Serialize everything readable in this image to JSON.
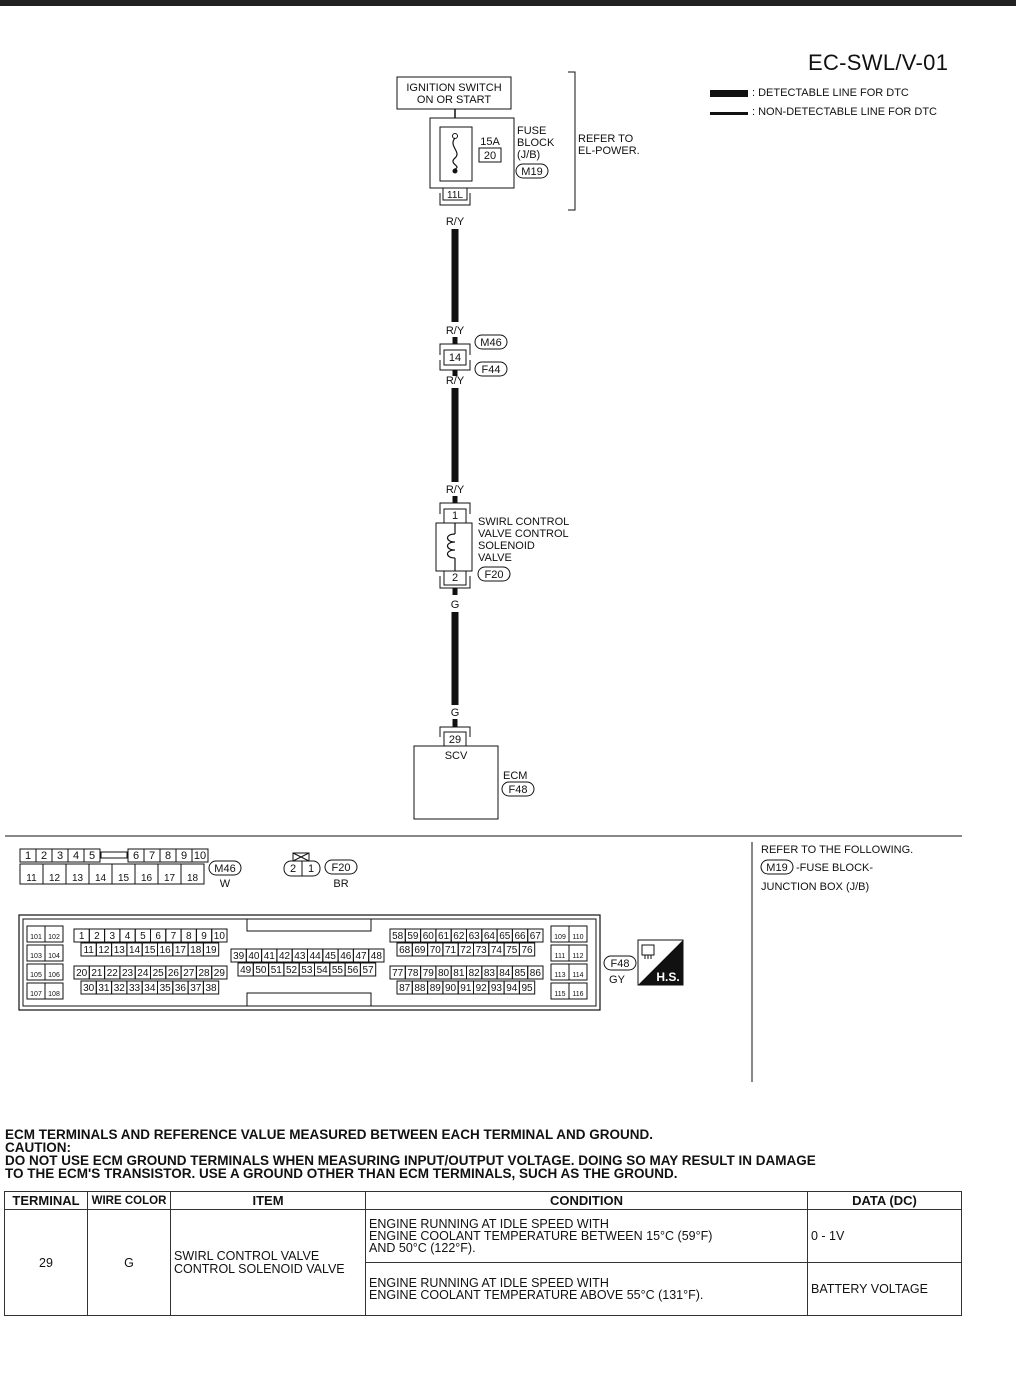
{
  "page_code": "EC-SWL/V-01",
  "legend": {
    "detectable": ": DETECTABLE LINE FOR DTC",
    "non_detectable": ": NON-DETECTABLE LINE FOR DTC"
  },
  "ignition": {
    "line1": "IGNITION SWITCH",
    "line2": "ON OR START"
  },
  "fuse": {
    "amp": "15A",
    "num": "20",
    "label": [
      "FUSE",
      "BLOCK",
      "(J/B)"
    ],
    "connector": "M19",
    "terminal": "11L",
    "refer": [
      "REFER TO",
      "EL-POWER."
    ]
  },
  "wires": {
    "ry": "R/Y",
    "g": "G"
  },
  "joint": {
    "terminal": "14",
    "conn_top": "M46",
    "conn_bottom": "F44"
  },
  "solenoid": {
    "pin_in": "1",
    "pin_out": "2",
    "label": [
      "SWIRL CONTROL",
      "VALVE CONTROL",
      "SOLENOID",
      "VALVE"
    ],
    "connector": "F20"
  },
  "ecm": {
    "terminal": "29",
    "pin_name": "SCV",
    "label": "ECM",
    "connector": "F48"
  },
  "connectors": {
    "m46_top": [
      "1",
      "2",
      "3",
      "4",
      "5",
      "6",
      "7",
      "8",
      "9",
      "10"
    ],
    "m46_bottom": [
      "11",
      "12",
      "13",
      "14",
      "15",
      "16",
      "17",
      "18"
    ],
    "m46_id": "M46",
    "m46_color": "W",
    "f20_pins": [
      "2",
      "1"
    ],
    "f20_id": "F20",
    "f20_color": "BR",
    "f48_id": "F48",
    "f48_color": "GY",
    "hs_label": "H.S.",
    "f48_left": [
      "101",
      "102",
      "103",
      "104",
      "105",
      "106",
      "107",
      "108"
    ],
    "f48_right": [
      "109",
      "110",
      "111",
      "112",
      "113",
      "114",
      "115",
      "116"
    ],
    "f48_r1": [
      "1",
      "2",
      "3",
      "4",
      "5",
      "6",
      "7",
      "8",
      "9",
      "10"
    ],
    "f48_r2": [
      "11",
      "12",
      "13",
      "14",
      "15",
      "16",
      "17",
      "18",
      "19"
    ],
    "f48_r3": [
      "20",
      "21",
      "22",
      "23",
      "24",
      "25",
      "26",
      "27",
      "28",
      "29"
    ],
    "f48_r4": [
      "30",
      "31",
      "32",
      "33",
      "34",
      "35",
      "36",
      "37",
      "38"
    ],
    "f48_m1": [
      "39",
      "40",
      "41",
      "42",
      "43",
      "44",
      "45",
      "46",
      "47",
      "48"
    ],
    "f48_m2": [
      "49",
      "50",
      "51",
      "52",
      "53",
      "54",
      "55",
      "56",
      "57"
    ],
    "f48_n1": [
      "58",
      "59",
      "60",
      "61",
      "62",
      "63",
      "64",
      "65",
      "66",
      "67"
    ],
    "f48_n2": [
      "68",
      "69",
      "70",
      "71",
      "72",
      "73",
      "74",
      "75",
      "76"
    ],
    "f48_n3": [
      "77",
      "78",
      "79",
      "80",
      "81",
      "82",
      "83",
      "84",
      "85",
      "86"
    ],
    "f48_n4": [
      "87",
      "88",
      "89",
      "90",
      "91",
      "92",
      "93",
      "94",
      "95"
    ]
  },
  "refer_following": {
    "title": "REFER TO THE FOLLOWING.",
    "m19": "M19",
    "line1": "-FUSE BLOCK-",
    "line2": "JUNCTION BOX (J/B)"
  },
  "notes": {
    "line1": "ECM TERMINALS AND REFERENCE VALUE MEASURED BETWEEN EACH TERMINAL AND GROUND.",
    "line2": "CAUTION:",
    "line3": "DO NOT USE ECM GROUND TERMINALS WHEN MEASURING INPUT/OUTPUT VOLTAGE. DOING SO MAY RESULT IN DAMAGE",
    "line4": "TO THE ECM'S TRANSISTOR. USE A GROUND OTHER THAN ECM TERMINALS, SUCH AS THE GROUND."
  },
  "table": {
    "headers": [
      "TERMINAL",
      "WIRE COLOR",
      "ITEM",
      "CONDITION",
      "DATA (DC)"
    ],
    "terminal": "29",
    "wire_color": "G",
    "item": [
      "SWIRL CONTROL VALVE",
      "CONTROL SOLENOID VALVE"
    ],
    "cond1": [
      "ENGINE RUNNING AT IDLE SPEED WITH",
      "ENGINE COOLANT TEMPERATURE BETWEEN 15°C (59°F)",
      "AND 50°C (122°F)."
    ],
    "data1": "0 - 1V",
    "cond2": [
      "ENGINE RUNNING AT IDLE SPEED WITH",
      "ENGINE COOLANT TEMPERATURE ABOVE 55°C (131°F)."
    ],
    "data2": "BATTERY VOLTAGE"
  }
}
